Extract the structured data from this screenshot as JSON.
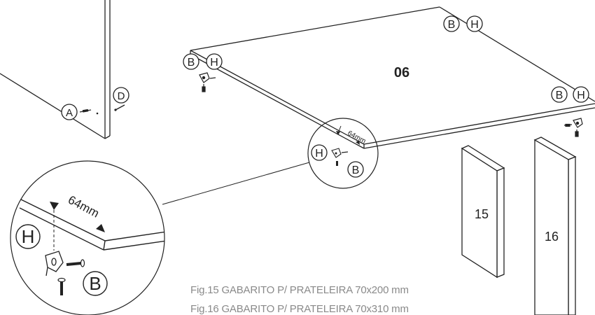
{
  "step_number": "06",
  "callouts": {
    "a": "A",
    "b": "B",
    "d": "D",
    "h": "H"
  },
  "dimension": "64mm",
  "panels": {
    "fig15_number": "15",
    "fig16_number": "16"
  },
  "captions": {
    "fig15": "Fig.15 GABARITO P/ PRATELEIRA 70x200 mm",
    "fig16": "Fig.16 GABARITO P/ PRATELEIRA 70x310 mm"
  },
  "colors": {
    "line": "#222222",
    "caption": "#8a8a8a"
  }
}
